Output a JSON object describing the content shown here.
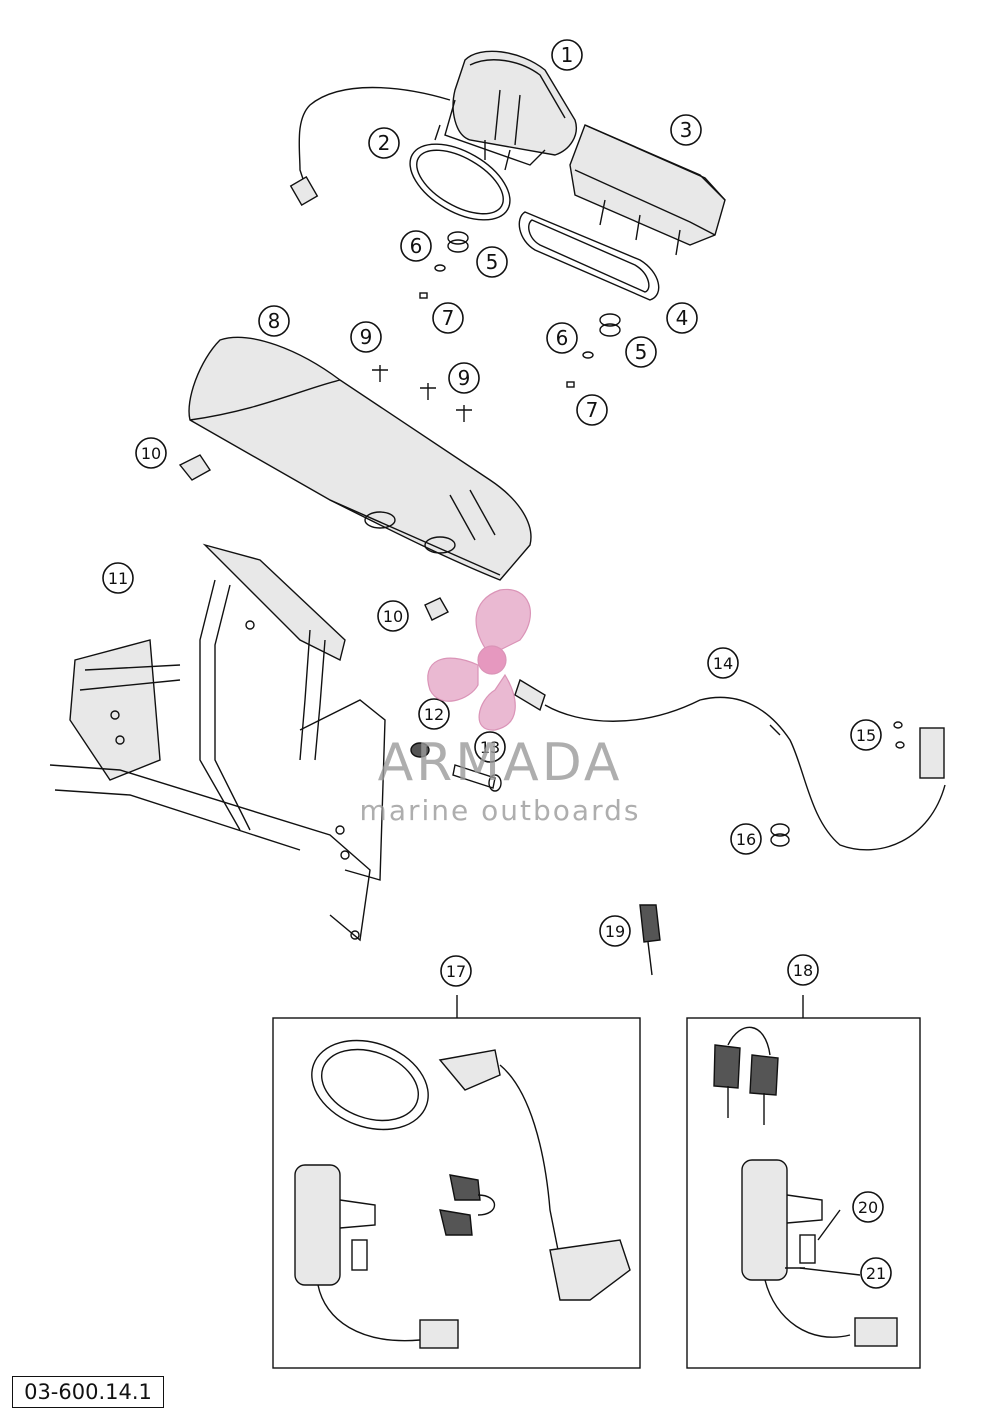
{
  "diagram": {
    "callouts": [
      {
        "num": "1"
      },
      {
        "num": "2"
      },
      {
        "num": "3"
      },
      {
        "num": "4"
      },
      {
        "num": "5"
      },
      {
        "num": "5"
      },
      {
        "num": "6"
      },
      {
        "num": "6"
      },
      {
        "num": "7"
      },
      {
        "num": "7"
      },
      {
        "num": "8"
      },
      {
        "num": "9"
      },
      {
        "num": "9"
      },
      {
        "num": "10"
      },
      {
        "num": "10"
      },
      {
        "num": "11"
      },
      {
        "num": "12"
      },
      {
        "num": "13"
      },
      {
        "num": "14"
      },
      {
        "num": "15"
      },
      {
        "num": "16"
      },
      {
        "num": "17"
      },
      {
        "num": "18"
      },
      {
        "num": "19"
      },
      {
        "num": "20"
      },
      {
        "num": "21"
      }
    ],
    "drawing_code": "03-600.14.1"
  },
  "watermark": {
    "brand": "ARMADA",
    "tagline": "marine outboards",
    "color": "#e6a8c8"
  }
}
